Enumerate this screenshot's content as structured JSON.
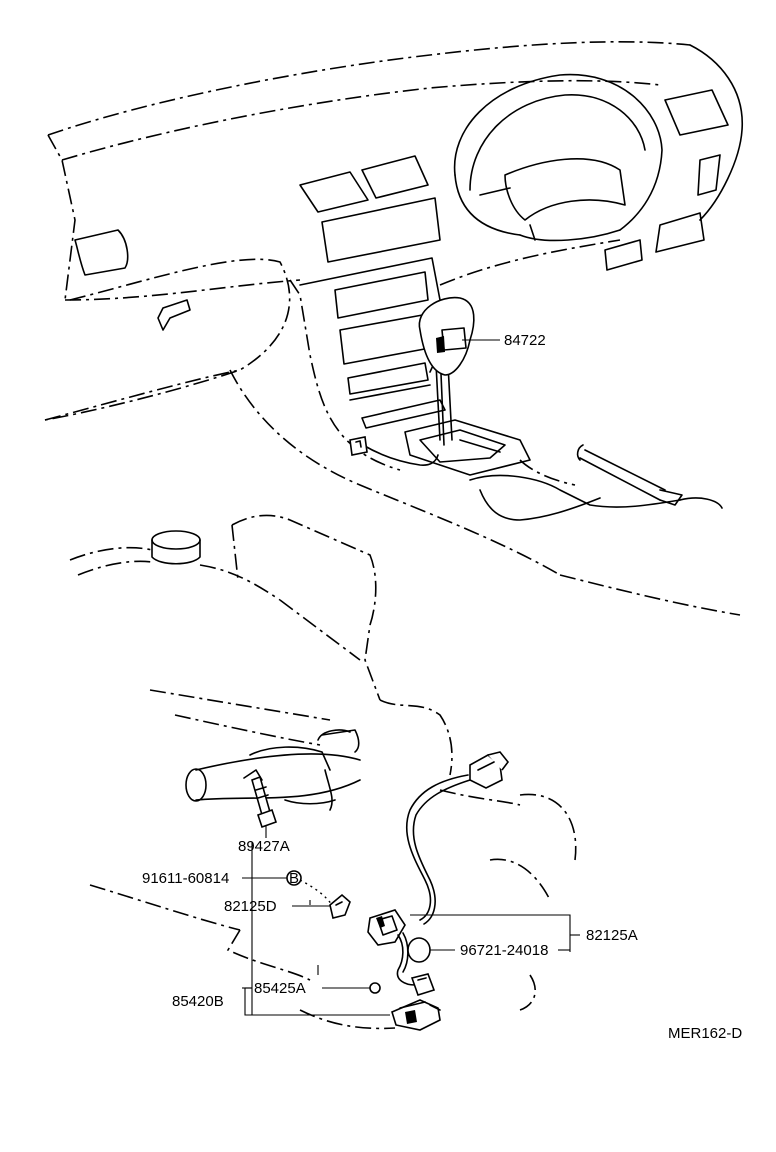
{
  "labels": {
    "p84722": "84722",
    "p89427A": "89427A",
    "p91611": "91611-60814",
    "boltB": "B",
    "p82125D": "82125D",
    "p82125A": "82125A",
    "p96721": "96721-24018",
    "p85425A": "85425A",
    "p85420B": "85420B",
    "ref": "MER162-D"
  }
}
